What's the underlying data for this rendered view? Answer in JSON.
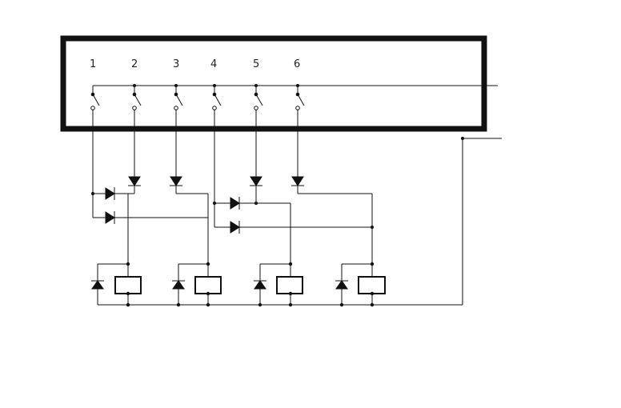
{
  "switch_labels": [
    "1",
    "2",
    "3",
    "4",
    "5",
    "6"
  ]
}
